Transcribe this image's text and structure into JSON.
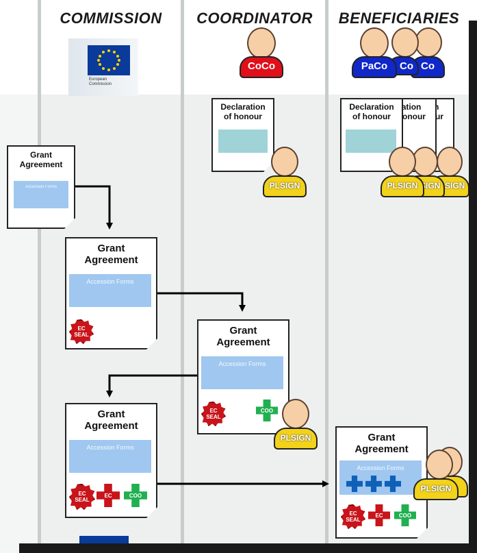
{
  "lanes": {
    "commission": "COMMISSION",
    "coordinator": "COORDINATOR",
    "beneficiaries": "BENEFICIARIES"
  },
  "ec_logo": {
    "line1": "European",
    "line2": "Commission"
  },
  "roles": {
    "coco": "CoCo",
    "paco": "PaCo",
    "co": "Co",
    "plsign": "PLSIGN"
  },
  "declaration": {
    "line1": "Declaration",
    "line2": "of honour"
  },
  "grant_agreement": {
    "line1": "Grant",
    "line2": "Agreement"
  },
  "accession_forms": "Accession Forms",
  "seal": {
    "ec_line1": "EC",
    "ec_line2": "SEAL",
    "ec": "EC",
    "coo": "COO"
  },
  "colors": {
    "coco": "#e0101a",
    "paco": "#1028c8",
    "plsign": "#f2d21a",
    "form": "#9fc7f0",
    "seal": "#c8141a",
    "coo": "#20b050"
  }
}
